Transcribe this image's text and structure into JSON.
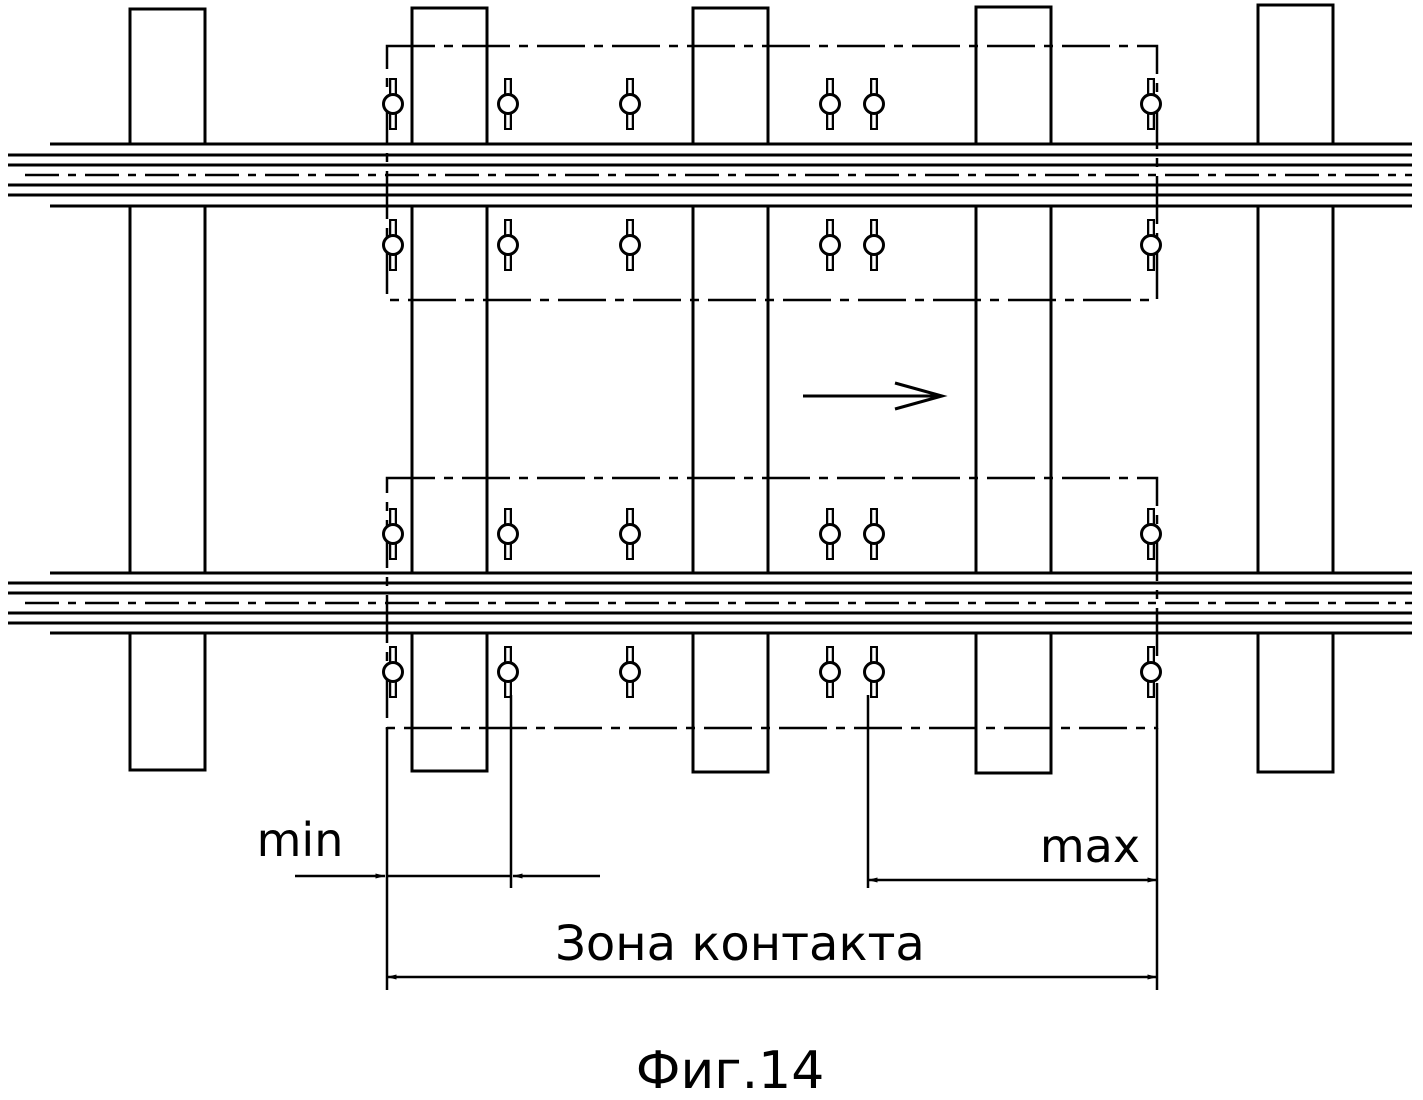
{
  "labels": {
    "min": "min",
    "max": "max",
    "zone": "Зона контакта",
    "caption": "Фиг.14"
  },
  "colors": {
    "ink": "#000000",
    "background": "#ffffff"
  }
}
